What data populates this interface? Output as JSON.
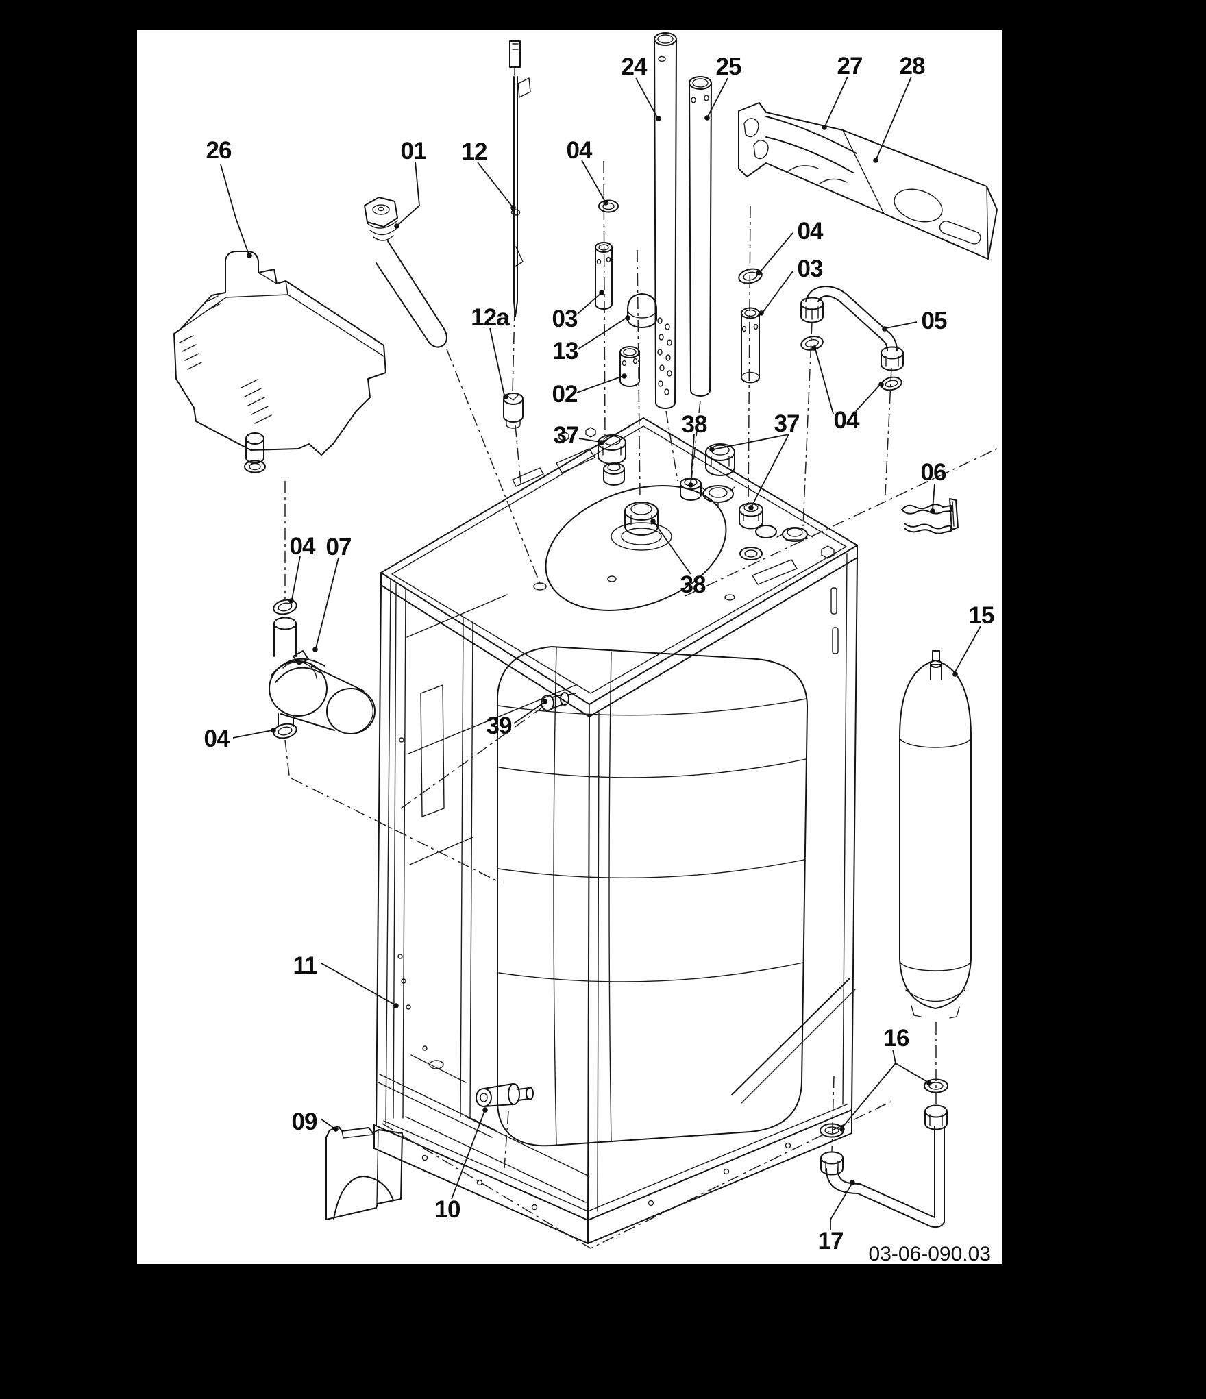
{
  "page": {
    "background_color": "#000000",
    "paper_color": "#ffffff",
    "ink_color": "#141414",
    "drawing_number": "03-06-090.03"
  },
  "figure": {
    "type": "exploded-parts-diagram",
    "subject": "boiler / water-heater chassis with tank, tubes, pump, expansion vessel and fittings"
  },
  "callouts": [
    {
      "label": "26"
    },
    {
      "label": "01"
    },
    {
      "label": "12"
    },
    {
      "label": "04"
    },
    {
      "label": "24"
    },
    {
      "label": "25"
    },
    {
      "label": "27"
    },
    {
      "label": "28"
    },
    {
      "label": "04"
    },
    {
      "label": "03"
    },
    {
      "label": "05"
    },
    {
      "label": "06"
    },
    {
      "label": "12a"
    },
    {
      "label": "03"
    },
    {
      "label": "13"
    },
    {
      "label": "02"
    },
    {
      "label": "37"
    },
    {
      "label": "38"
    },
    {
      "label": "37"
    },
    {
      "label": "04"
    },
    {
      "label": "04"
    },
    {
      "label": "07"
    },
    {
      "label": "04"
    },
    {
      "label": "39"
    },
    {
      "label": "38"
    },
    {
      "label": "15"
    },
    {
      "label": "11"
    },
    {
      "label": "09"
    },
    {
      "label": "10"
    },
    {
      "label": "16"
    },
    {
      "label": "17"
    }
  ]
}
